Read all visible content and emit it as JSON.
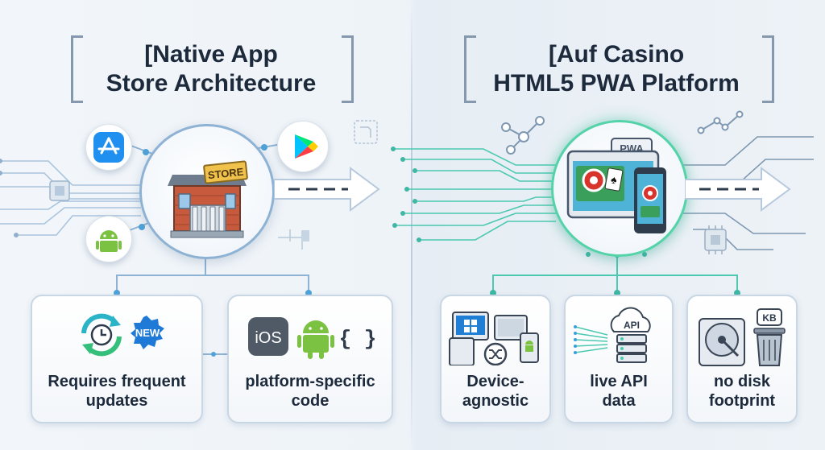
{
  "left_panel": {
    "title_line1": "[Native App",
    "title_line2": "Store Architecture",
    "store_sign": "STORE",
    "cards": [
      {
        "line1": "Requires frequent",
        "line2": "updates",
        "badge": "NEW"
      },
      {
        "line1": "platform-specific",
        "line2": "code",
        "badge": "iOS",
        "glyph": "{ }"
      }
    ]
  },
  "right_panel": {
    "title_line1": "[Auf Casino",
    "title_line2": "HTML5 PWA Platform",
    "pwa_tag": "PWA",
    "cards": [
      {
        "line1": "Device-",
        "line2": "agnostic"
      },
      {
        "line1": "live API",
        "line2": "data",
        "badge": "API"
      },
      {
        "line1": "no disk",
        "line2": "footprint",
        "badge": "KB"
      }
    ]
  },
  "colors": {
    "title_text": "#1c2a3c",
    "left_accent": "#8eb2d4",
    "right_accent": "#55d3a8",
    "arrow": "#b7c9dc",
    "wire_left": "#9fc0dd",
    "wire_right": "#4cc9b0"
  }
}
